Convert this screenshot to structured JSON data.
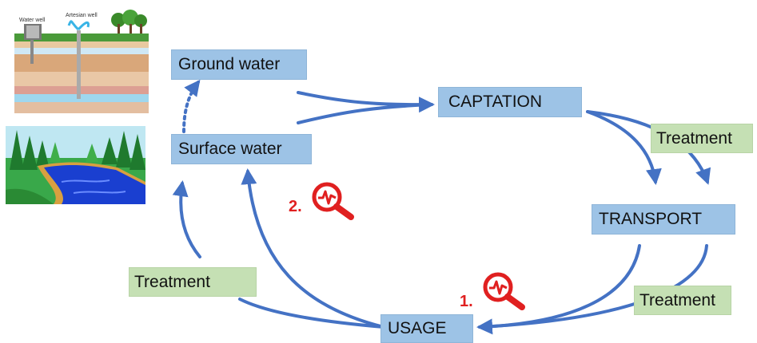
{
  "nodes": {
    "ground_water": "Ground water",
    "surface_water": "Surface water",
    "captation": "CAPTATION",
    "transport": "TRANSPORT",
    "usage": "USAGE",
    "treatment_right_top": "Treatment",
    "treatment_right_bottom": "Treatment",
    "treatment_left": "Treatment"
  },
  "illustrations": {
    "well_labels": {
      "water_well": "Water well",
      "artesian_well": "Artesian well"
    }
  },
  "markers": [
    {
      "label": "1.",
      "icon": "magnifier-pulse-icon"
    },
    {
      "label": "2.",
      "icon": "magnifier-pulse-icon"
    }
  ],
  "colors": {
    "process_box": "#9dc3e6",
    "treatment_box": "#c5e0b4",
    "arrow": "#4472c4",
    "marker": "#e02020"
  }
}
